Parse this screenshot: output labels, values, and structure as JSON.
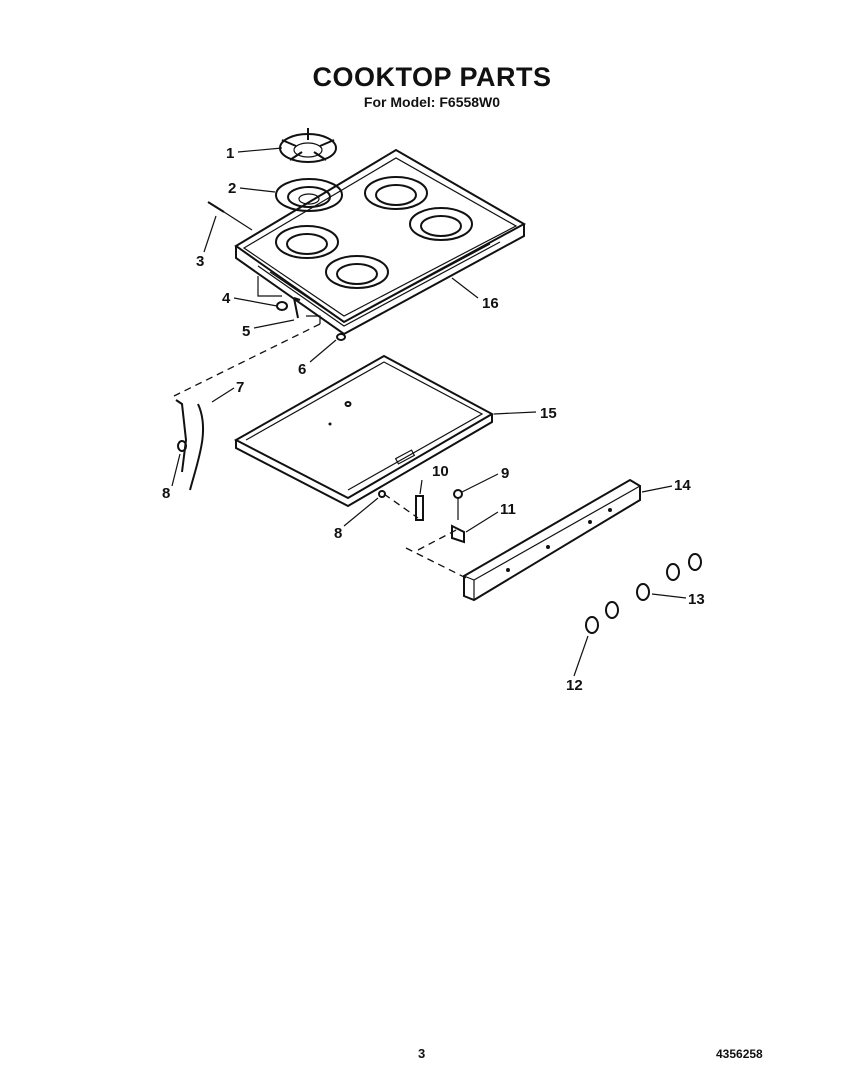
{
  "header": {
    "title": "COOKTOP PARTS",
    "subtitle": "For Model: F6558W0"
  },
  "footer": {
    "page_number": "3",
    "document_number": "4356258"
  },
  "callouts": [
    {
      "id": "c1",
      "label": "1"
    },
    {
      "id": "c2",
      "label": "2"
    },
    {
      "id": "c3",
      "label": "3"
    },
    {
      "id": "c4",
      "label": "4"
    },
    {
      "id": "c5",
      "label": "5"
    },
    {
      "id": "c6",
      "label": "6"
    },
    {
      "id": "c7",
      "label": "7"
    },
    {
      "id": "c8a",
      "label": "8"
    },
    {
      "id": "c8b",
      "label": "8"
    },
    {
      "id": "c9",
      "label": "9"
    },
    {
      "id": "c10",
      "label": "10"
    },
    {
      "id": "c11",
      "label": "11"
    },
    {
      "id": "c12",
      "label": "12"
    },
    {
      "id": "c13",
      "label": "13"
    },
    {
      "id": "c14",
      "label": "14"
    },
    {
      "id": "c15",
      "label": "15"
    },
    {
      "id": "c16",
      "label": "16"
    }
  ]
}
